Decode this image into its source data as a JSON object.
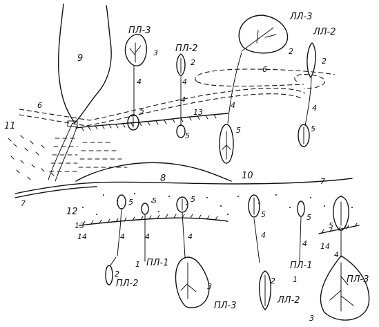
{
  "labels": {
    "pl3_top": "ПЛ-3",
    "pl2_top": "ПЛ-2",
    "ll3_top": "ЛЛ-3",
    "ll2_top": "ЛЛ-2",
    "pl1_a": "ПЛ-1",
    "pl2_bottom": "ПЛ-2",
    "pl3_bottom_mid": "ПЛ-3",
    "ll2_bottom": "ЛЛ-2",
    "pl1_b": "ПЛ-1",
    "pl3_bottom_right": "ПЛ-3"
  },
  "numbers": {
    "n1": "1",
    "n2": "2",
    "n3": "3",
    "n4": "4",
    "n5": "5",
    "n6": "6",
    "n7": "7",
    "n8": "8",
    "n9": "9",
    "n10": "10",
    "n11": "11",
    "n12": "12",
    "n13": "13",
    "n14": "14"
  }
}
